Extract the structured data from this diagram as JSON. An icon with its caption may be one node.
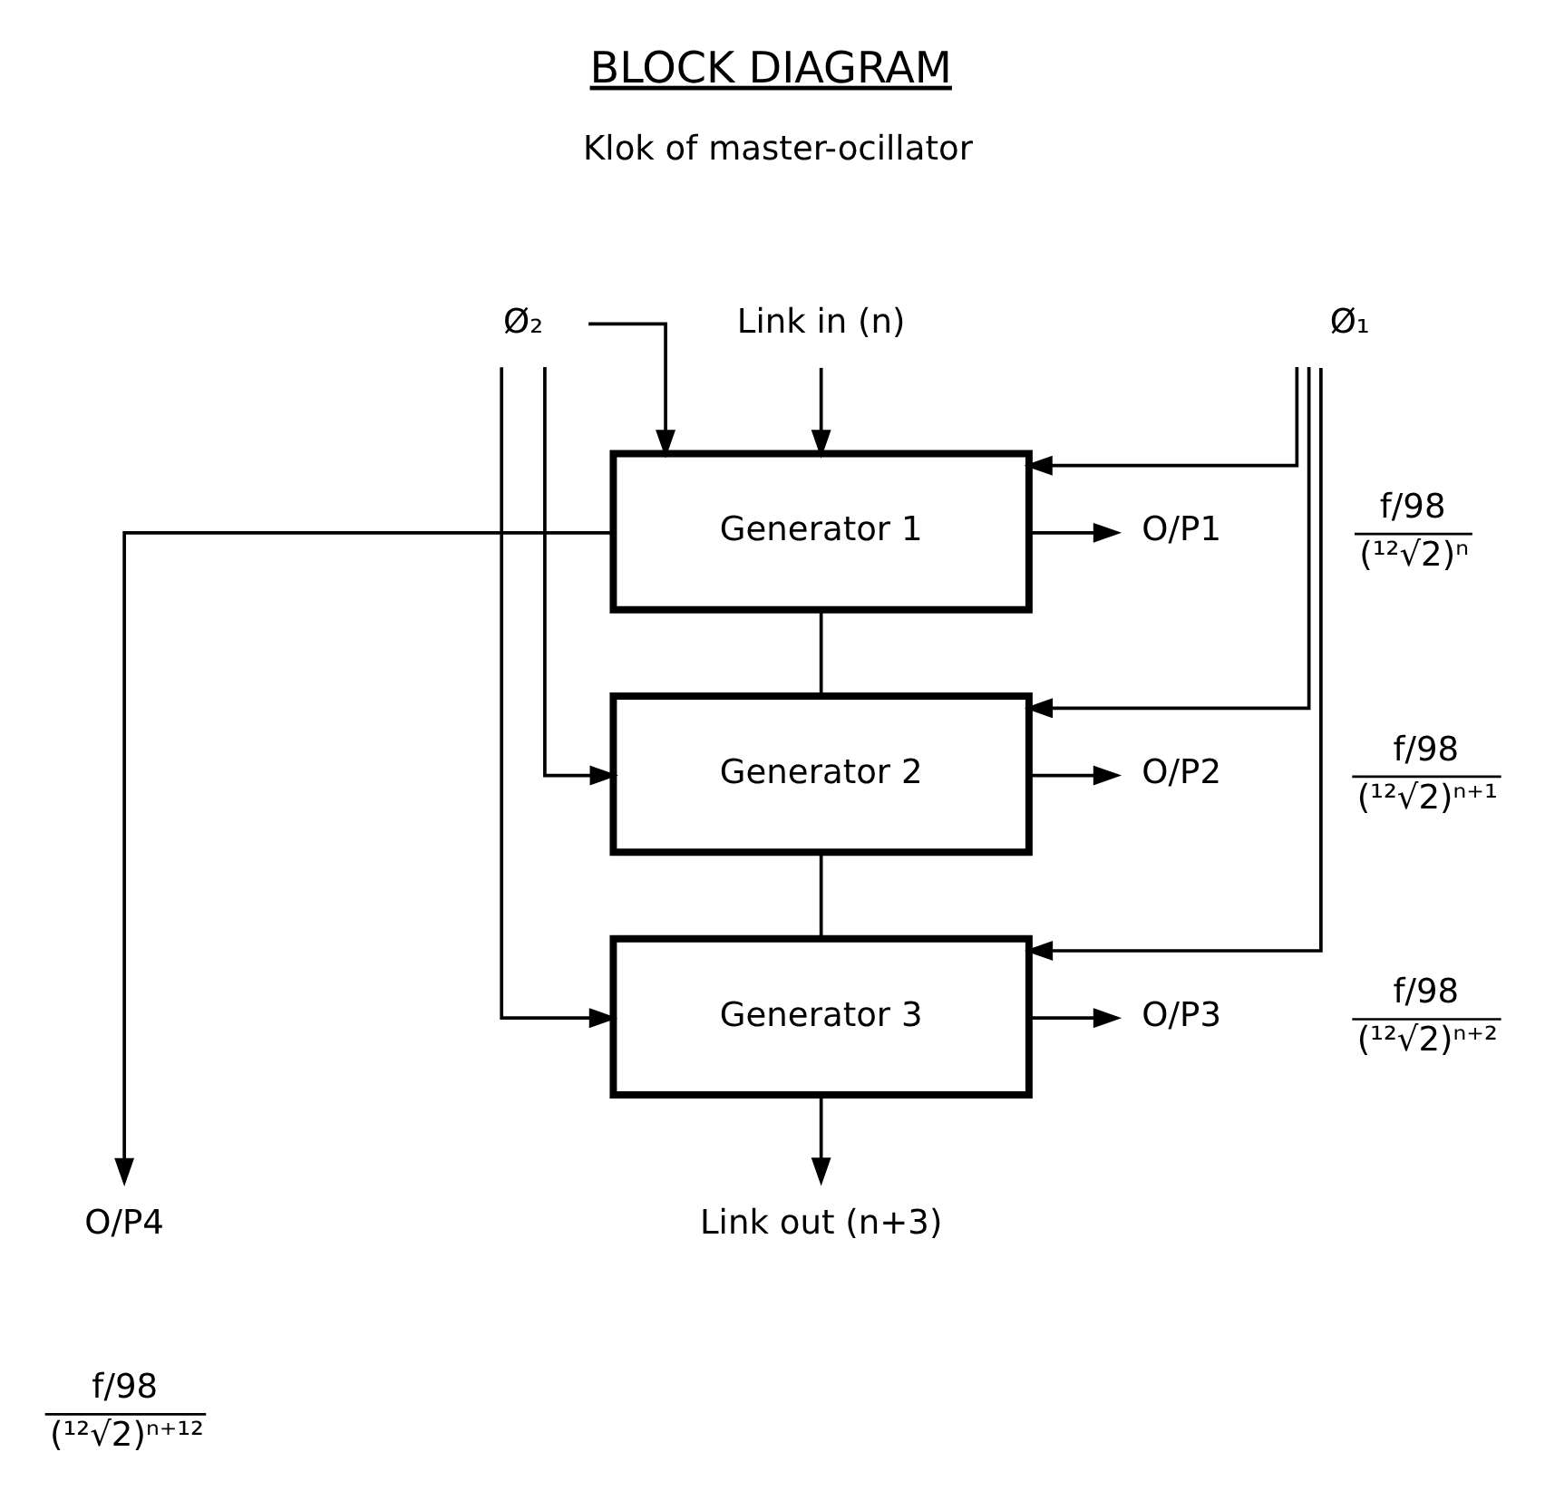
{
  "diagram": {
    "title": "BLOCK DIAGRAM",
    "nodes": [
      {
        "text": [
          "Ø₁"
        ]
      },
      {
        "text": [
          "Ø₂"
        ]
      },
      {
        "text": [
          "Link in (n)"
        ]
      },
      {
        "text": [
          "Generator 1"
        ]
      },
      {
        "text": [
          "Generator 2"
        ]
      },
      {
        "text": [
          "Generator 3"
        ]
      },
      {
        "text": [
          "O/P1"
        ]
      },
      {
        "text": [
          "O/P2"
        ]
      },
      {
        "text": [
          "O/P3"
        ]
      },
      {
        "text": [
          "O/P4"
        ]
      },
      {
        "text": [
          "Link out (n+3)"
        ]
      }
    ],
    "edges": [
      {
        "from": 1,
        "to": 3,
        "arrow": "to"
      },
      {
        "from": 0,
        "to": 3,
        "arrow": "to"
      },
      {
        "from": 1,
        "to": 4,
        "arrow": "to"
      },
      {
        "from": 0,
        "to": 4,
        "arrow": "to"
      },
      {
        "from": 1,
        "to": 5,
        "arrow": "to"
      },
      {
        "from": 0,
        "to": 5,
        "arrow": "to"
      },
      {
        "from": 2,
        "to": 3,
        "arrow": "to"
      },
      {
        "from": 3,
        "to": 4,
        "arrow": "none"
      },
      {
        "from": 4,
        "to": 5,
        "arrow": "none"
      },
      {
        "from": 3,
        "to": 6,
        "arrow": "to"
      },
      {
        "from": 4,
        "to": 7,
        "arrow": "to"
      },
      {
        "from": 5,
        "to": 8,
        "arrow": "to"
      },
      {
        "from": 3,
        "to": 9,
        "arrow": "to"
      },
      {
        "from": 5,
        "to": 10,
        "arrow": "to"
      }
    ],
    "labels": [
      "Klok of master-ocillator",
      "f/98",
      "(¹²√2)ⁿ",
      "f/98",
      "(¹²√2)ⁿ⁺¹",
      "f/98",
      "(¹²√2)ⁿ⁺²",
      "f/98",
      "(¹²√2)ⁿ⁺¹²"
    ]
  }
}
